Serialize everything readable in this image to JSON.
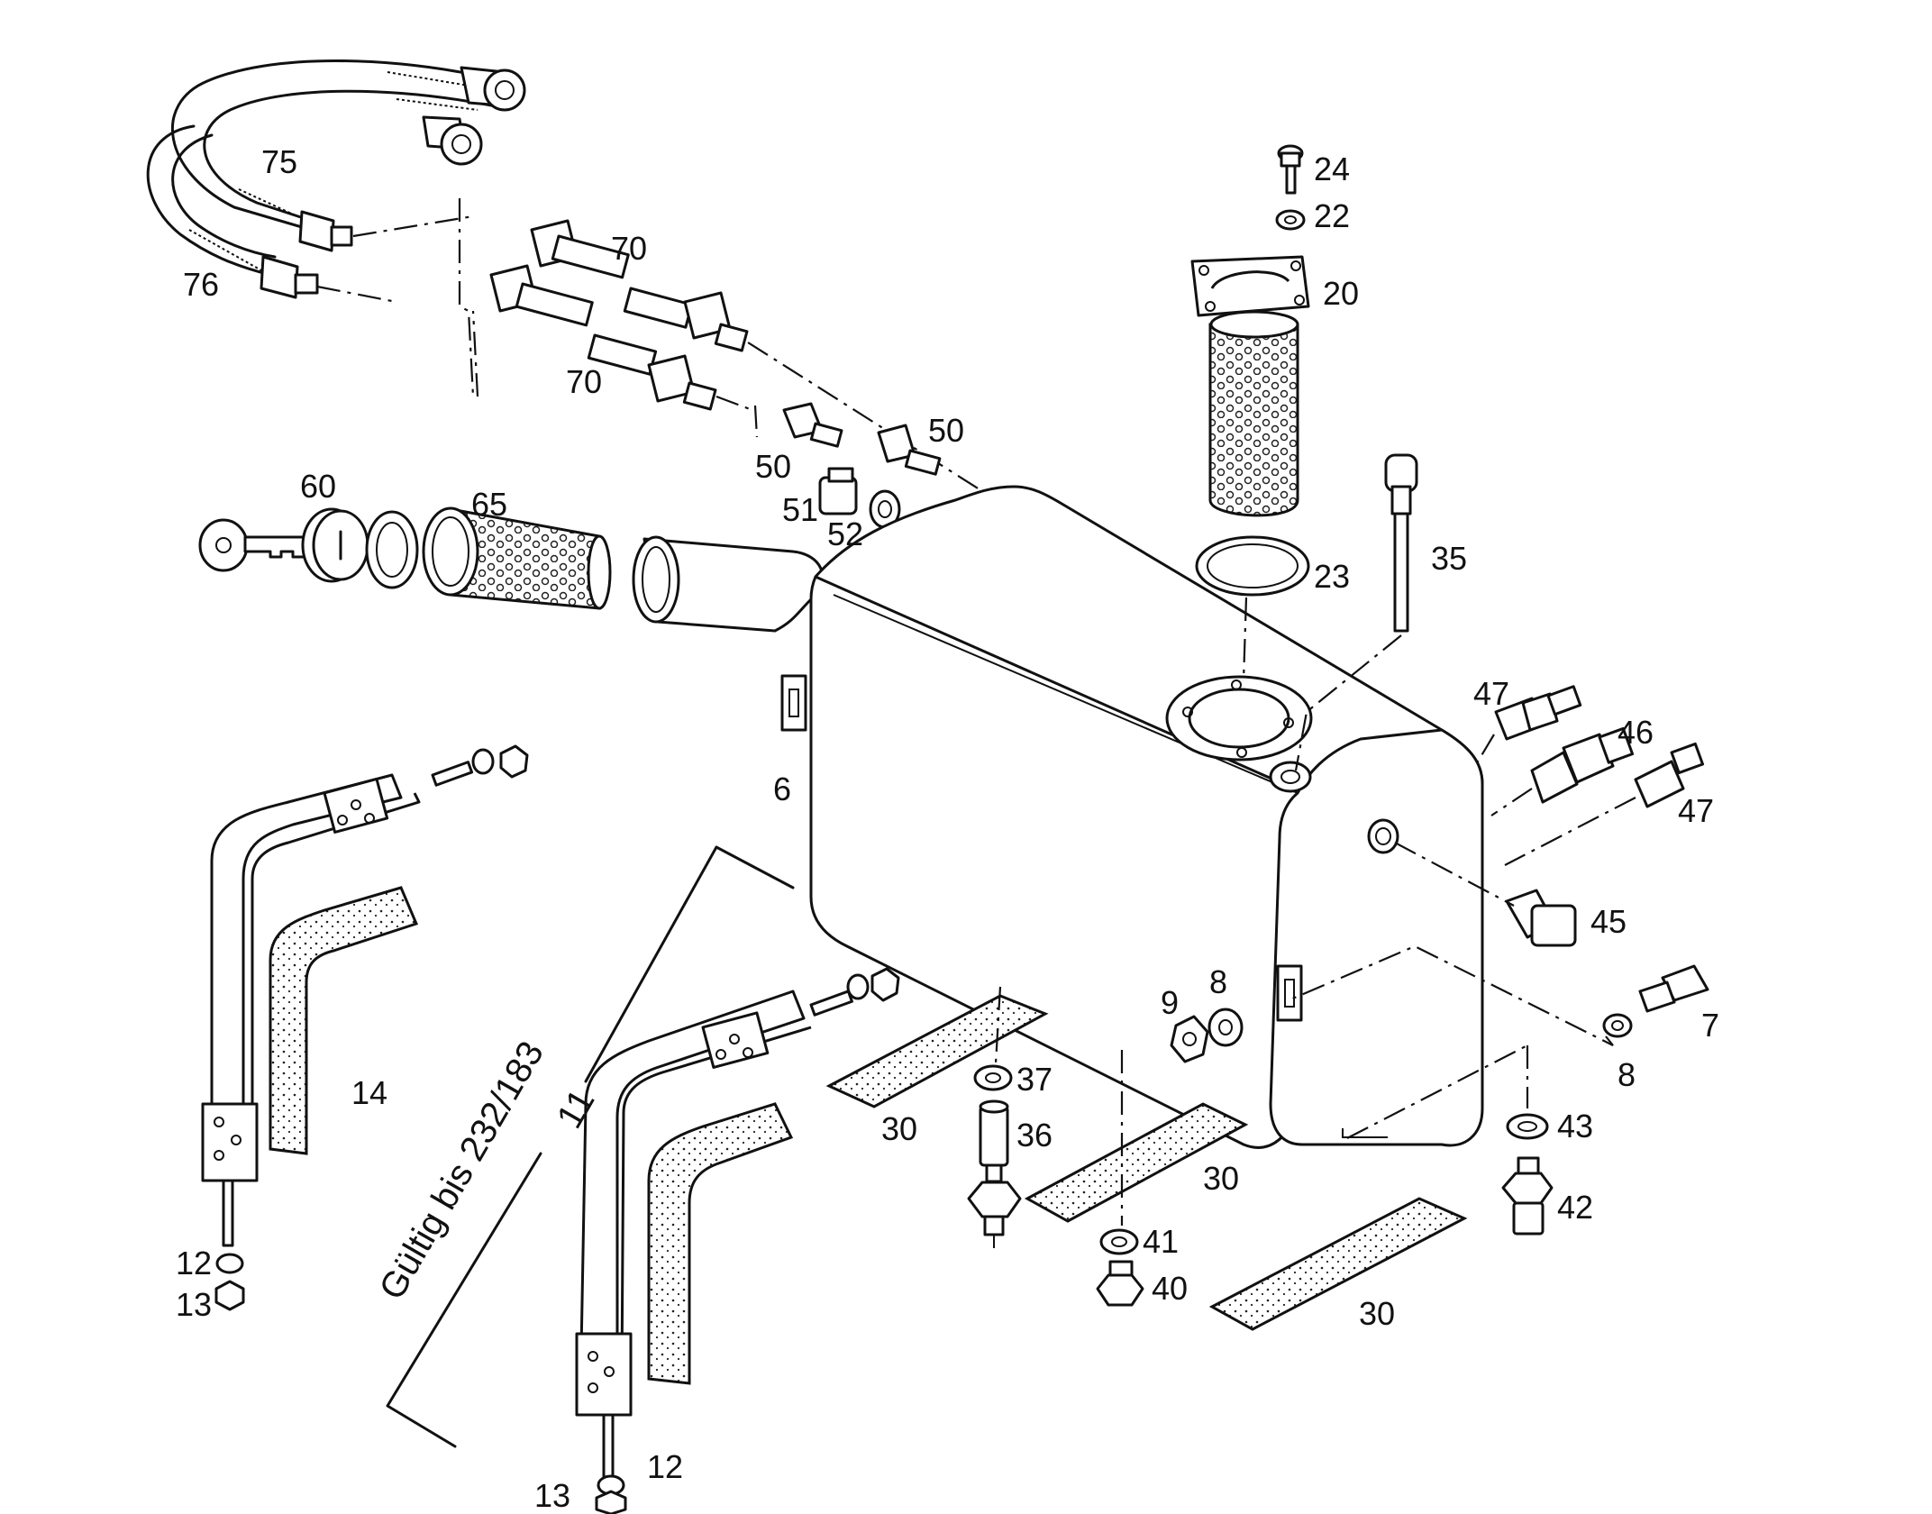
{
  "diagram": {
    "validity_note": "Gültig bis 232/183",
    "part_labels": [
      {
        "num": "75"
      },
      {
        "num": "76"
      },
      {
        "num": "70"
      },
      {
        "num": "70"
      },
      {
        "num": "24"
      },
      {
        "num": "22"
      },
      {
        "num": "20"
      },
      {
        "num": "50"
      },
      {
        "num": "50"
      },
      {
        "num": "51"
      },
      {
        "num": "52"
      },
      {
        "num": "60"
      },
      {
        "num": "65"
      },
      {
        "num": "23"
      },
      {
        "num": "35"
      },
      {
        "num": "6"
      },
      {
        "num": "47"
      },
      {
        "num": "46"
      },
      {
        "num": "47"
      },
      {
        "num": "45"
      },
      {
        "num": "7"
      },
      {
        "num": "8"
      },
      {
        "num": "8"
      },
      {
        "num": "9"
      },
      {
        "num": "14"
      },
      {
        "num": "11"
      },
      {
        "num": "37"
      },
      {
        "num": "36"
      },
      {
        "num": "30"
      },
      {
        "num": "30"
      },
      {
        "num": "30"
      },
      {
        "num": "43"
      },
      {
        "num": "42"
      },
      {
        "num": "41"
      },
      {
        "num": "40"
      },
      {
        "num": "12"
      },
      {
        "num": "13"
      },
      {
        "num": "12"
      },
      {
        "num": "13"
      }
    ]
  }
}
